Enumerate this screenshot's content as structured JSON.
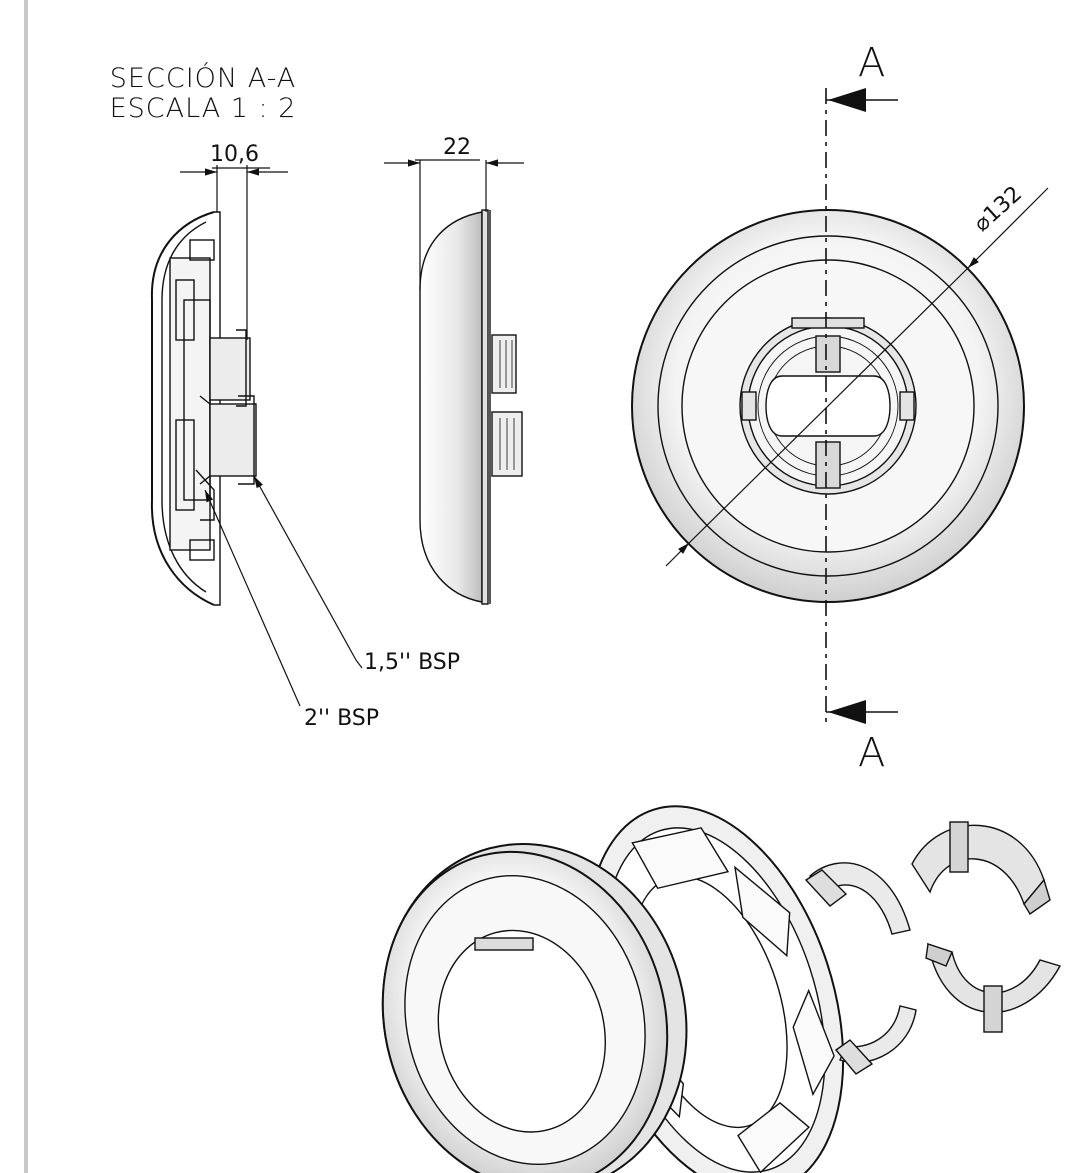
{
  "section_title": {
    "line1": "SECCIÓN A-A",
    "line2": "ESCALA 1 : 2"
  },
  "dimensions": {
    "section_depth": "10,6",
    "side_depth": "22",
    "diameter_symbol": "⌀",
    "diameter_value": "132"
  },
  "thread_notes": {
    "small": "1,5'' BSP",
    "large": "2'' BSP"
  },
  "cut_labels": {
    "top": "A",
    "bottom": "A"
  },
  "colors": {
    "line": "#111111",
    "frame": "#c9c9c9",
    "shade": "#d6d6d6",
    "light": "#f4f4f4"
  }
}
